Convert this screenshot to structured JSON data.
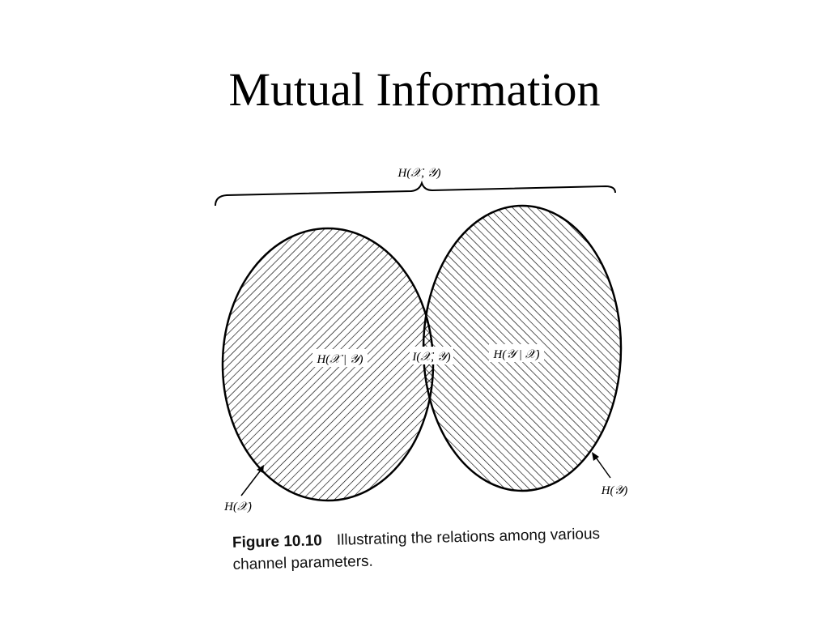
{
  "slide": {
    "title": "Mutual Information"
  },
  "diagram": {
    "joint_entropy_label": "H(𝒳, 𝒴)",
    "x_entropy_label": "H(𝒳)",
    "y_entropy_label": "H(𝒴)",
    "x_given_y_label": "H(𝒳 | 𝒴)",
    "mutual_info_label": "I(𝒳, 𝒴)",
    "y_given_x_label": "H(𝒴 | 𝒳)"
  },
  "caption": {
    "figure_number": "Figure 10.10",
    "line1": "Illustrating the relations among various",
    "line2": "channel parameters."
  },
  "colors": {
    "ink": "#000000",
    "background": "#ffffff"
  }
}
